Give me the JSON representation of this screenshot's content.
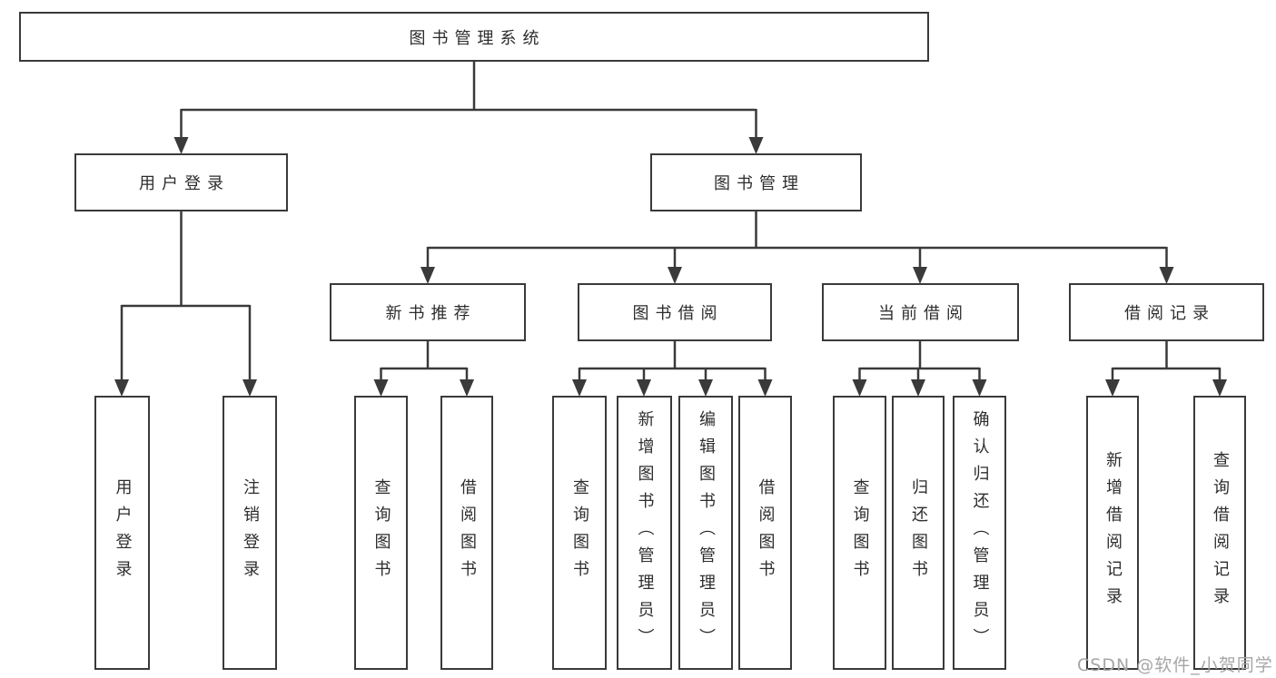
{
  "tree": {
    "root": "图书管理系统",
    "branches": [
      {
        "label": "用户登录",
        "children": [
          {
            "label": "用户登录"
          },
          {
            "label": "注销登录"
          }
        ]
      },
      {
        "label": "图书管理",
        "children": [
          {
            "label": "新书推荐",
            "children": [
              {
                "label": "查询图书"
              },
              {
                "label": "借阅图书"
              }
            ]
          },
          {
            "label": "图书借阅",
            "children": [
              {
                "label": "查询图书"
              },
              {
                "label": "新增图书（管理员）"
              },
              {
                "label": "编辑图书（管理员）"
              },
              {
                "label": "借阅图书"
              }
            ]
          },
          {
            "label": "当前借阅",
            "children": [
              {
                "label": "查询图书"
              },
              {
                "label": "归还图书"
              },
              {
                "label": "确认归还（管理员）"
              }
            ]
          },
          {
            "label": "借阅记录",
            "children": [
              {
                "label": "新增借阅记录"
              },
              {
                "label": "查询借阅记录"
              }
            ]
          }
        ]
      }
    ]
  },
  "watermark": "CSDN @软件_小贺同学",
  "colors": {
    "line": "#3a3a3a",
    "box_border": "#3a3a3a",
    "text": "#2d2d2d",
    "watermark": "#a6a6a6",
    "background": "#ffffff"
  }
}
